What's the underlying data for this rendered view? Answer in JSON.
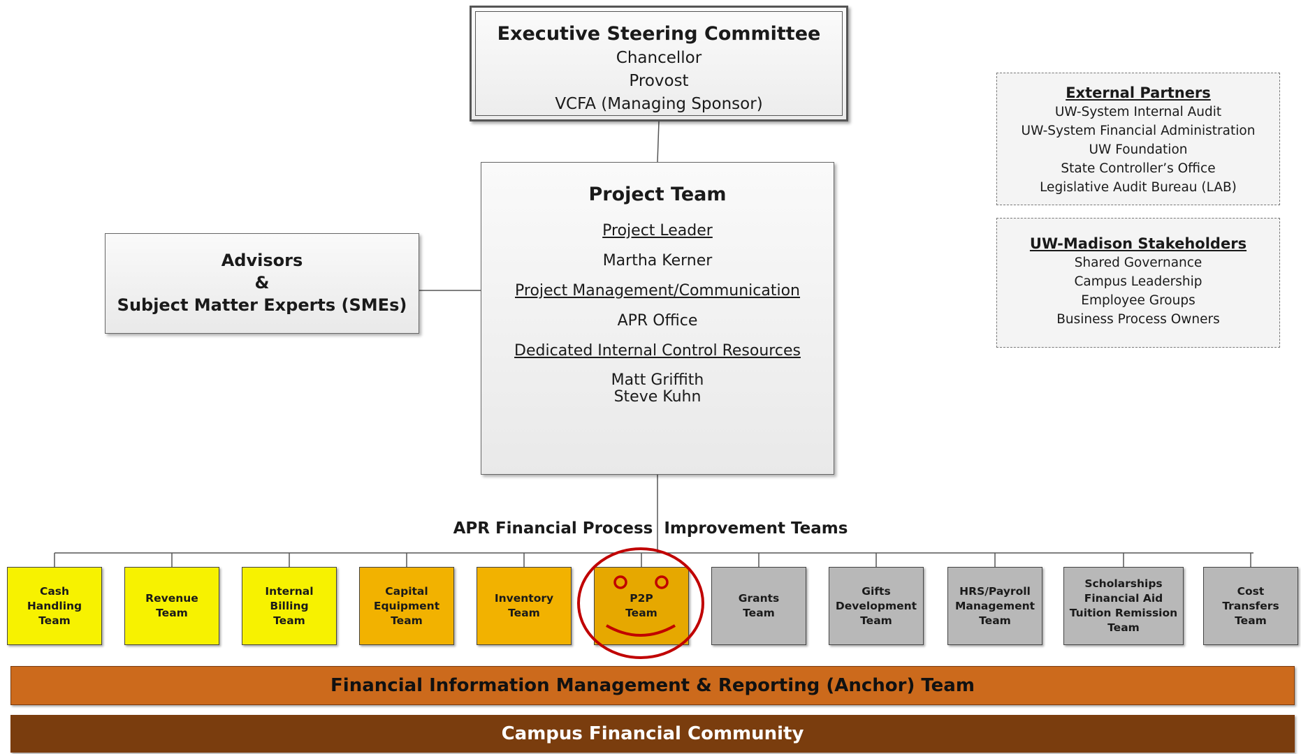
{
  "executive": {
    "title": "Executive Steering Committee",
    "members": [
      "Chancellor",
      "Provost",
      "VCFA (Managing Sponsor)"
    ]
  },
  "project_team": {
    "title": "Project Team",
    "sections": [
      {
        "heading": "Project Leader",
        "names": "Martha Kerner"
      },
      {
        "heading": "Project Management/Communication",
        "names": "APR Office"
      },
      {
        "heading": "Dedicated Internal Control Resources",
        "names": "Matt Griffith\nSteve Kuhn"
      }
    ]
  },
  "advisors": {
    "lines": [
      "Advisors",
      "&",
      "Subject Matter Experts (SMEs)"
    ]
  },
  "external_partners": {
    "title": "External Partners",
    "items": [
      "UW-System Internal Audit",
      "UW-System Financial Administration",
      "UW Foundation",
      "State Controller’s Office",
      "Legislative Audit Bureau (LAB)"
    ]
  },
  "stakeholders": {
    "title": "UW-Madison Stakeholders",
    "items": [
      "Shared Governance",
      "Campus Leadership",
      "Employee Groups",
      "Business Process Owners"
    ]
  },
  "improvement_label": "APR Financial Process  Improvement Teams",
  "teams": [
    {
      "label": "Cash\nHandling\nTeam",
      "color": "#f7f200"
    },
    {
      "label": "Revenue\nTeam",
      "color": "#f7f200"
    },
    {
      "label": "Internal\nBilling\nTeam",
      "color": "#f7f200"
    },
    {
      "label": "Capital\nEquipment\nTeam",
      "color": "#f2b200"
    },
    {
      "label": "Inventory\nTeam",
      "color": "#f2b200"
    },
    {
      "label": "P2P\nTeam",
      "color": "#e6a800"
    },
    {
      "label": "Grants\nTeam",
      "color": "#b8b8b8"
    },
    {
      "label": "Gifts\nDevelopment\nTeam",
      "color": "#b8b8b8"
    },
    {
      "label": "HRS/Payroll\nManagement\nTeam",
      "color": "#b8b8b8"
    },
    {
      "label": "Scholarships\nFinancial Aid\nTuition Remission\nTeam",
      "color": "#b8b8b8"
    },
    {
      "label": "Cost\nTransfers\nTeam",
      "color": "#b8b8b8"
    }
  ],
  "anchor_bar": {
    "label": "Financial Information Management & Reporting (Anchor) Team",
    "color": "#cc6a1c"
  },
  "community_bar": {
    "label": "Campus Financial Community",
    "color": "#7a3d0e"
  },
  "highlight_color": "#c00000"
}
